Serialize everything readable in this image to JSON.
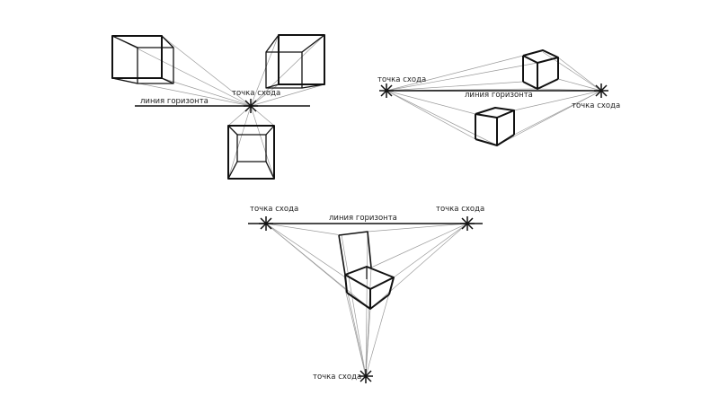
{
  "diagrams": [
    {
      "vanishing_point_labels": [
        "точка схода"
      ],
      "horizon_label": "линия горизонта"
    },
    {
      "vanishing_point_labels": [
        "точка схода",
        "точка схода"
      ],
      "horizon_label": "линия горизонта"
    },
    {
      "vanishing_point_labels": [
        "точка схода",
        "точка схода",
        "точка схода"
      ],
      "horizon_label": "линия горизонта"
    }
  ]
}
